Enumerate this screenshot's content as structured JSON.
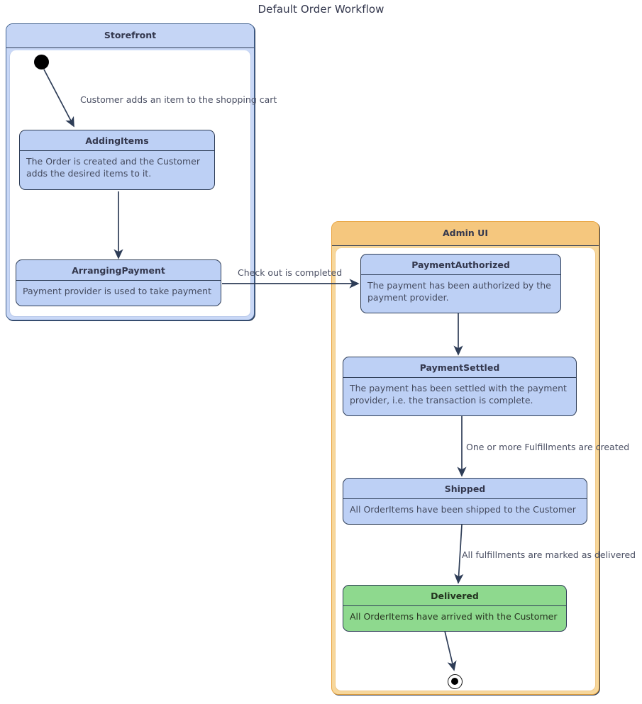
{
  "title": "Default Order Workflow",
  "colors": {
    "storefront_header": "#c5d5f5",
    "adminui_header": "#f5c77e",
    "state_fill": "#bdd0f5",
    "delivered_fill": "#8ed98e",
    "edge_stroke": "#2e3d57",
    "storefront_border": "#41618f",
    "adminui_border": "#e8a33d"
  },
  "containers": {
    "storefront": {
      "label": "Storefront"
    },
    "adminui": {
      "label": "Admin UI"
    }
  },
  "states": {
    "adding_items": {
      "name": "AddingItems",
      "description": "The Order is created and the Customer adds the desired items to it."
    },
    "arranging_payment": {
      "name": "ArrangingPayment",
      "description": "Payment provider is used to take payment"
    },
    "payment_authorized": {
      "name": "PaymentAuthorized",
      "description": "The payment has been authorized by the payment provider."
    },
    "payment_settled": {
      "name": "PaymentSettled",
      "description": "The payment has been settled with the payment provider, i.e. the transaction is complete."
    },
    "shipped": {
      "name": "Shipped",
      "description": "All OrderItems have been shipped to the Customer"
    },
    "delivered": {
      "name": "Delivered",
      "description": "All OrderItems have arrived with the Customer"
    }
  },
  "transitions": {
    "to_adding_items": "Customer adds an item to the shopping cart",
    "to_arranging_payment": "",
    "to_payment_authorized": "Check out is completed",
    "to_payment_settled": "",
    "to_shipped": "One or more Fulfillments are created",
    "to_delivered": "All fulfillments are marked as delivered",
    "to_final": ""
  }
}
